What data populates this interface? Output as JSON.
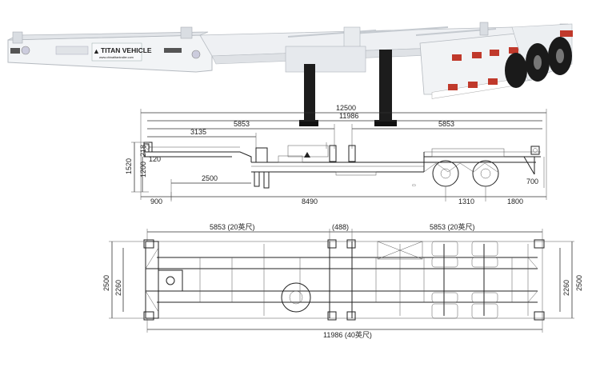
{
  "photo": {
    "brand": "TITAN VEHICLE",
    "brand_sub": "www.chinatitantrailer.com"
  },
  "side_view": {
    "overall_length": "12500",
    "frame_length": "11986",
    "front_container": "5853",
    "rear_container": "5853",
    "gooseneck_length": "3135",
    "total_height": "1520",
    "deck_height": "1200",
    "gooseneck_step": "218",
    "gooseneck_height": "120",
    "kingpin_offset": "2500",
    "front_overhang": "900",
    "kingpin_to_axle": "8490",
    "axle_spread": "1310",
    "rear_overhang": "1800",
    "rear_lamp_height": "700"
  },
  "top_view": {
    "front_container": "5853 (20英尺)",
    "rear_container": "5853 (20英尺)",
    "gap": "(488)",
    "overall_width": "2500",
    "inner_width": "2260",
    "overall_width_right": "2500",
    "inner_width_right": "2260",
    "frame_length": "11986 (40英尺)"
  }
}
